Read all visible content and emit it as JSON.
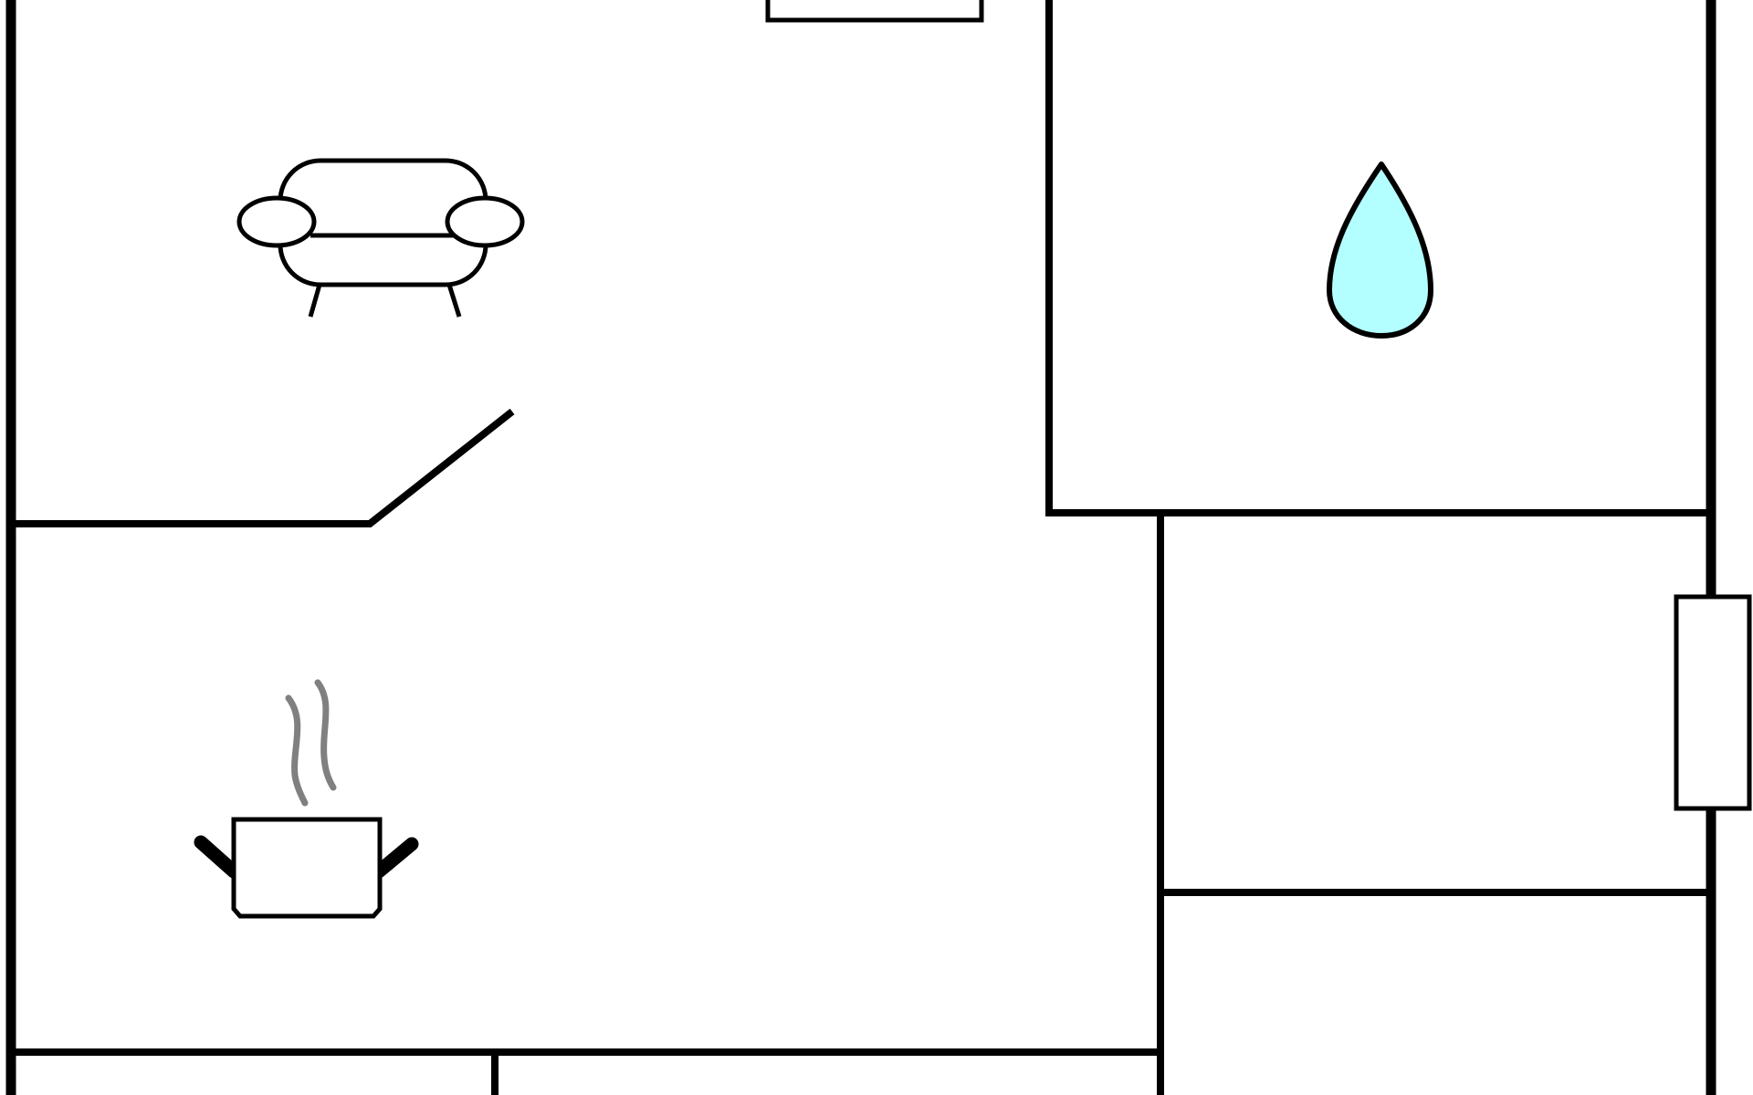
{
  "plan": {
    "colors": {
      "wall": "#000000",
      "background": "#ffffff",
      "water": "#b3ffff",
      "steam": "#808080"
    },
    "rooms": [
      {
        "id": "living-room",
        "icon": "sofa-icon"
      },
      {
        "id": "kitchen",
        "icon": "cooking-pot-icon"
      },
      {
        "id": "bathroom",
        "icon": "water-drop-icon"
      },
      {
        "id": "hallway",
        "icon": ""
      },
      {
        "id": "storage",
        "icon": ""
      }
    ]
  }
}
